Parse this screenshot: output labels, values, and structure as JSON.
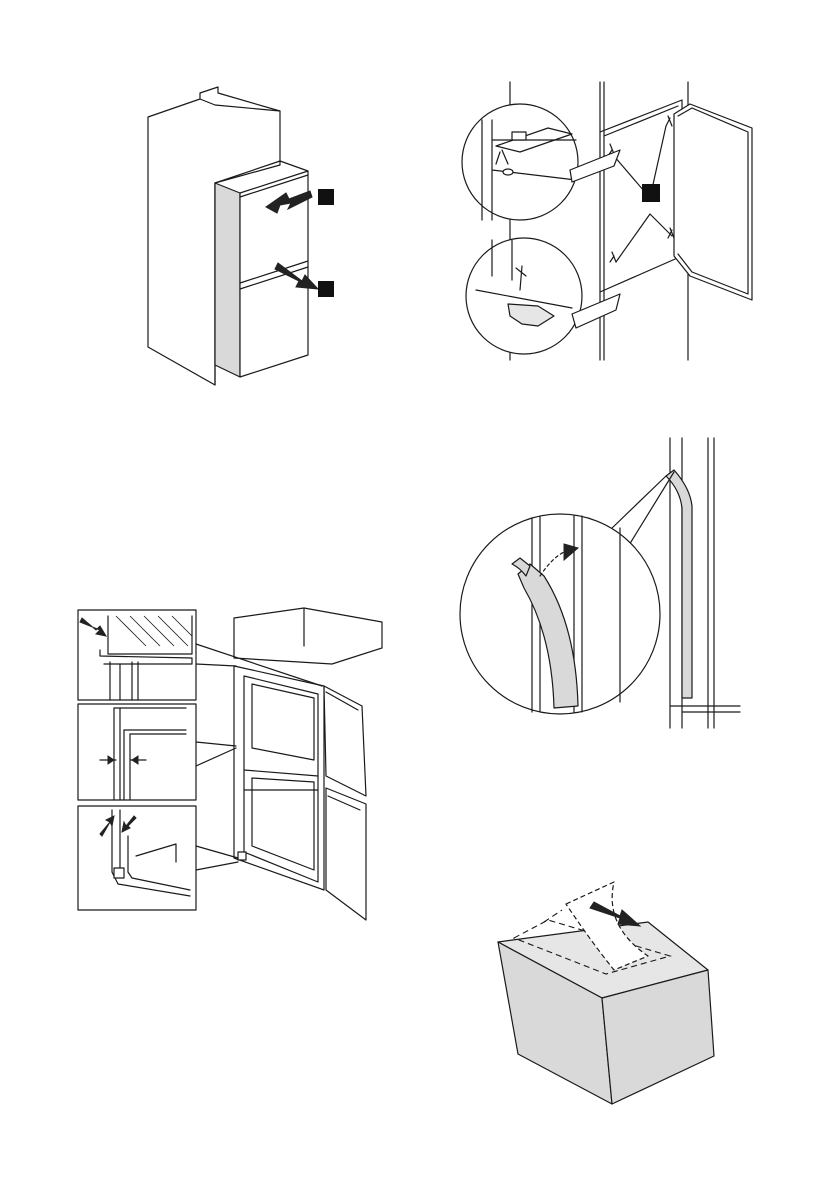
{
  "figures": [
    {
      "id": "fig-1",
      "icon": "appliance-into-niche-illustration"
    },
    {
      "id": "fig-2",
      "icon": "door-screw-fixing-illustration"
    },
    {
      "id": "fig-3",
      "icon": "door-gasket-fitting-illustration"
    },
    {
      "id": "fig-4",
      "icon": "door-alignment-detail-illustration"
    },
    {
      "id": "fig-5",
      "icon": "unpacking-box-tape-illustration"
    }
  ],
  "colors": {
    "line": "#1a1a1a",
    "fill_grey": "#d9d9d9",
    "marker": "#111111"
  }
}
